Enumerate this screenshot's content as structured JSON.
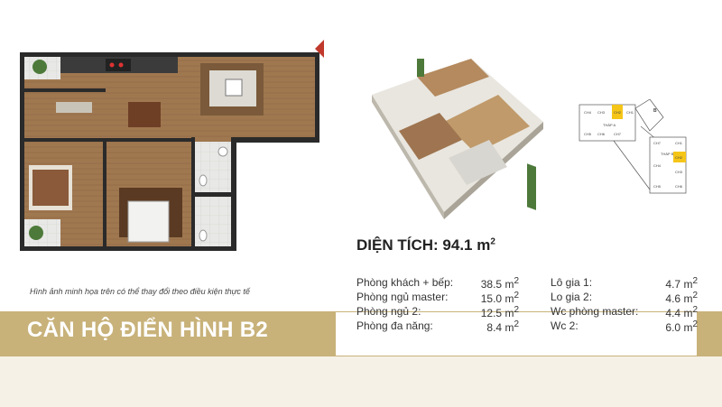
{
  "caption": "Hình ảnh minh họa trên có thể thay đổi theo điều kiện thực tế",
  "title": "CĂN HỘ ĐIỂN HÌNH B2",
  "area": {
    "label": "DIỆN TÍCH:",
    "value": "94.1 m",
    "unit_sup": "2"
  },
  "rooms_left": [
    {
      "name": "Phòng khách + bếp:",
      "value": "38.5 m"
    },
    {
      "name": "Phòng ngủ master:",
      "value": "15.0 m"
    },
    {
      "name": "Phòng ngủ 2:",
      "value": "12.5 m"
    },
    {
      "name": "Phòng đa năng:",
      "value": "8.4 m"
    }
  ],
  "rooms_right": [
    {
      "name": "Lô gia 1:",
      "value": "4.7 m"
    },
    {
      "name": "Lo gia 2:",
      "value": "4.6 m"
    },
    {
      "name": "Wc phòng master:",
      "value": "4.4 m"
    },
    {
      "name": "Wc 2:",
      "value": "6.0 m"
    }
  ],
  "keyplan": {
    "units_top": [
      "CH4",
      "CH3",
      "CH2",
      "CH1",
      "CH5",
      "CH6",
      "CH7"
    ],
    "units_bottom": [
      "CH1",
      "CH2",
      "CH3",
      "CH4",
      "CH5",
      "CH6",
      "CH7"
    ],
    "labels": [
      "THÁP A",
      "THÁP B",
      "B"
    ],
    "highlight_color": "#f5c518"
  },
  "colors": {
    "band": "#c8b27a",
    "marker": "#c0392b"
  }
}
